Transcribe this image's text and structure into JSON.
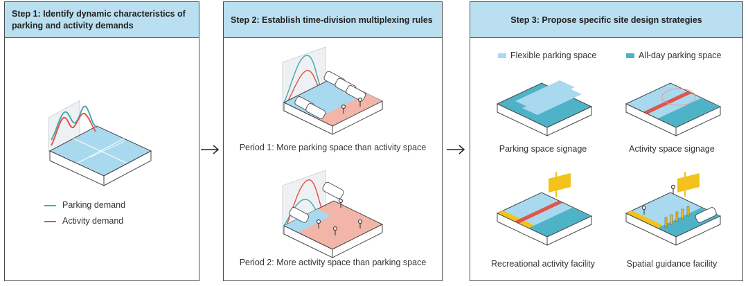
{
  "steps": [
    {
      "title": "Step 1: Identify dynamic characteristics of parking and activity demands"
    },
    {
      "title": "Step 2: Establish time-division multiplexing rules"
    },
    {
      "title": "Step 3: Propose specific site design strategies"
    }
  ],
  "step1": {
    "legend": [
      {
        "label": "Parking demand",
        "color": "#4aa9b2"
      },
      {
        "label": "Activity demand",
        "color": "#e0564b"
      }
    ]
  },
  "step2": {
    "period1_caption": "Period 1: More parking space than activity space",
    "period2_caption": "Period 2: More activity space than parking space"
  },
  "step3": {
    "legend": [
      {
        "label": "Flexible parking space",
        "color": "#a9d9ee"
      },
      {
        "label": "All-day parking space",
        "color": "#4fb3c8"
      }
    ],
    "captions": [
      "Parking space signage",
      "Activity space signage",
      "Recreational activity facility",
      "Spatial guidance facility"
    ]
  },
  "colors": {
    "header_bg": "#b9dff0",
    "flexible": "#a9d9ee",
    "all_day": "#4fb3c8",
    "activity": "#f3b5a8",
    "facility": "#f2c21d"
  }
}
